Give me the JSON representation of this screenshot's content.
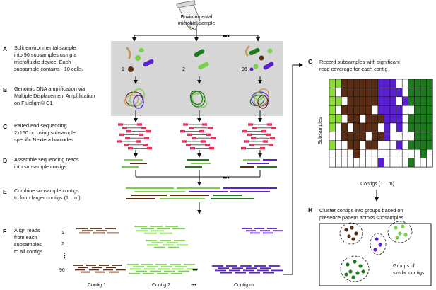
{
  "source": {
    "line1": "Environmental",
    "line2": "microbial sample"
  },
  "steps": {
    "A": {
      "letter": "A",
      "lines": [
        "Split environmental sample",
        "into 96 subsamples using a",
        "microfluidic device. Each",
        "subsample contains ~10 cells."
      ]
    },
    "B": {
      "letter": "B",
      "lines": [
        "Genomic DNA amplification via",
        "Multiple Displacement Amplification",
        "on Fluidigm© C1"
      ]
    },
    "C": {
      "letter": "C",
      "lines": [
        "Paired end sequencing",
        "2x150 bp using subsample",
        "specific Nextera barcodes"
      ]
    },
    "D": {
      "letter": "D",
      "lines": [
        "Assemble sequencing reads",
        "into subsample contigs"
      ]
    },
    "E": {
      "letter": "E",
      "lines": [
        "Combine subsample contigs",
        "to form larger contigs (1 .. m)"
      ]
    },
    "F": {
      "letter": "F",
      "lines": [
        "Align reads",
        "from each",
        "subsamples",
        "to all contigs"
      ]
    },
    "G": {
      "letter": "G",
      "lines": [
        "Record subsamples with significant",
        "read coverage for each contig"
      ]
    },
    "H": {
      "letter": "H",
      "lines": [
        "Cluster contigs into groups based on",
        "presence pattern across subsamples."
      ]
    }
  },
  "subsample_labels": {
    "first": "1",
    "second": "2",
    "last": "96"
  },
  "ellipsis": "•••",
  "contig_labels": {
    "c1": "Contig 1",
    "c2": "Contig 2",
    "cm": "Contig m"
  },
  "row_labels": {
    "r1": "1",
    "r2": "2",
    "dots": "⋮",
    "r96": "96"
  },
  "heatmap": {
    "ylabel": "Subsamples",
    "xlabel": "Contigs (1 .. m)",
    "colors": {
      "green": "#8ddc3a",
      "brown": "#5a2e14",
      "blue": "#5a1fd0",
      "dkgreen": "#1f7a1f",
      "empty": "#ffffff"
    },
    "rows": [
      "GGBBBBBBPPP..KKKK",
      "G.BBBBBBPPPP.KKKK",
      "GG.BBBBBPPP.PKKKK",
      "G.BBBBB.PPPP..KKK",
      "GG.BB.BBBPPP.KKKK",
      "G.B.BBBB.P.P.KKKK",
      "..BBBB.BBP....KKK",
      "G..BB.BB...P.KKKK",
      "....B..........K.",
      "........P....K..."
    ]
  },
  "cluster": {
    "caption_line1": "Groups of",
    "caption_line2": "similar contigs"
  }
}
